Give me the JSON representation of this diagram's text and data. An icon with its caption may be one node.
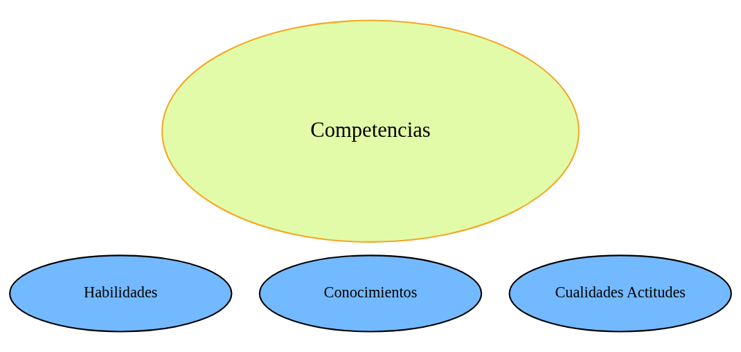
{
  "diagram": {
    "nodes": [
      {
        "text": [
          "Competencias"
        ]
      },
      {
        "text": [
          "Habilidades"
        ]
      },
      {
        "text": [
          "Conocimientos"
        ]
      },
      {
        "text": [
          "Cualidades Actitudes"
        ]
      }
    ]
  }
}
